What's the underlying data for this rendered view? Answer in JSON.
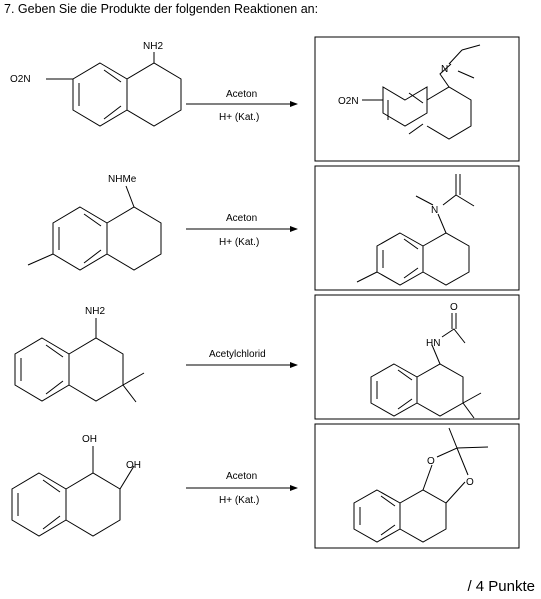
{
  "question": "7. Geben Sie die Produkte der folgenden Reaktionen an:",
  "points": "/ 4 Punkte",
  "reactions": [
    {
      "reactant_labels": [
        "NH2",
        "O2N"
      ],
      "conditions": [
        "Aceton",
        "H+ (Kat.)"
      ],
      "product_labels": [
        "N",
        "O2N"
      ]
    },
    {
      "reactant_labels": [
        "NHMe"
      ],
      "conditions": [
        "Aceton",
        "H+ (Kat.)"
      ],
      "product_labels": [
        "N"
      ]
    },
    {
      "reactant_labels": [
        "NH2"
      ],
      "conditions": [
        "Acetylchlorid"
      ],
      "product_labels": [
        "O",
        "HN"
      ]
    },
    {
      "reactant_labels": [
        "OH",
        "OH"
      ],
      "conditions": [
        "Aceton",
        "H+ (Kat.)"
      ],
      "product_labels": [
        "O",
        "O"
      ]
    }
  ]
}
